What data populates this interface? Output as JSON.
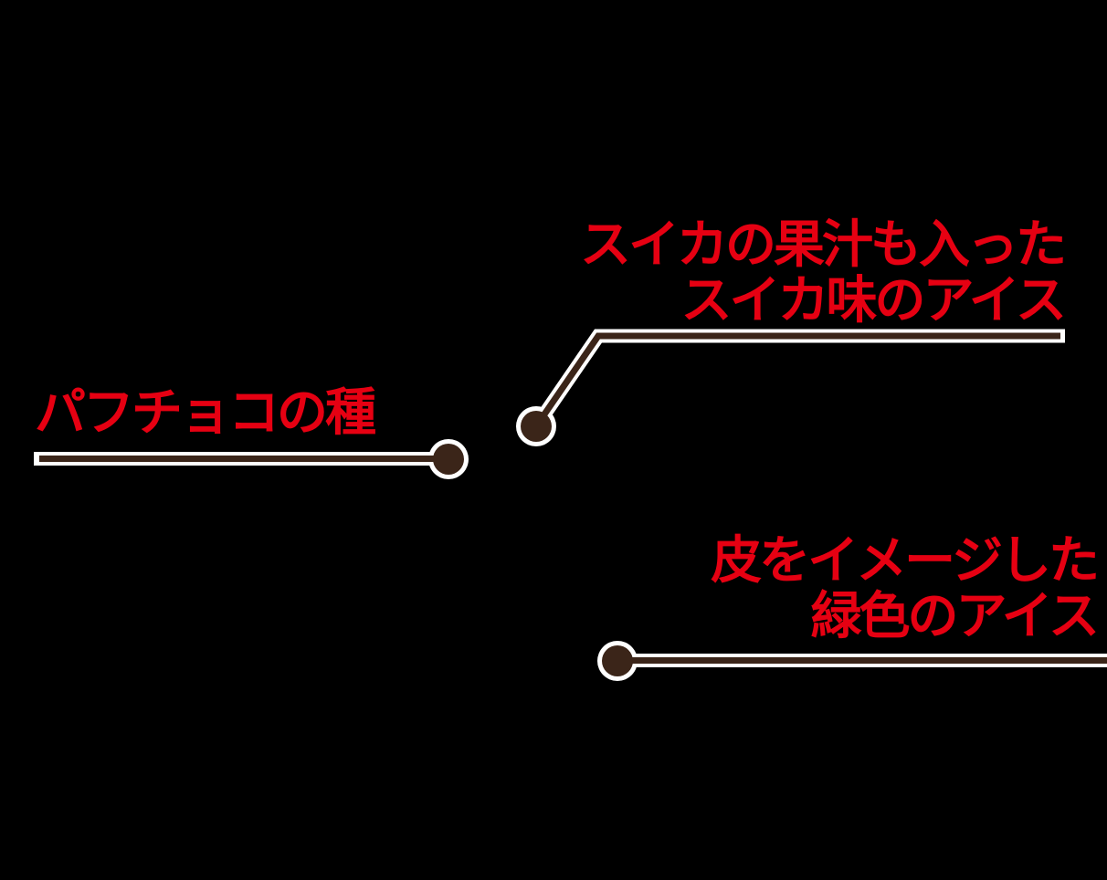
{
  "page": {
    "background_color": "#000000",
    "description": "Product annotation diagram with three callout labels"
  },
  "colors": {
    "page_background": "#000000",
    "label_red": "#e60012",
    "callout_brown": "#3b2519",
    "callout_outline_white": "#ffffff"
  },
  "callouts": [
    {
      "id": "watermelon-ice",
      "label_lines": [
        "スイカの果汁も入った",
        "スイカ味のアイス"
      ]
    },
    {
      "id": "puff-choco-seeds",
      "label_lines": [
        "パフチョコの種"
      ]
    },
    {
      "id": "rind-green-ice",
      "label_lines": [
        "皮をイメージした",
        "緑色のアイス"
      ]
    }
  ]
}
